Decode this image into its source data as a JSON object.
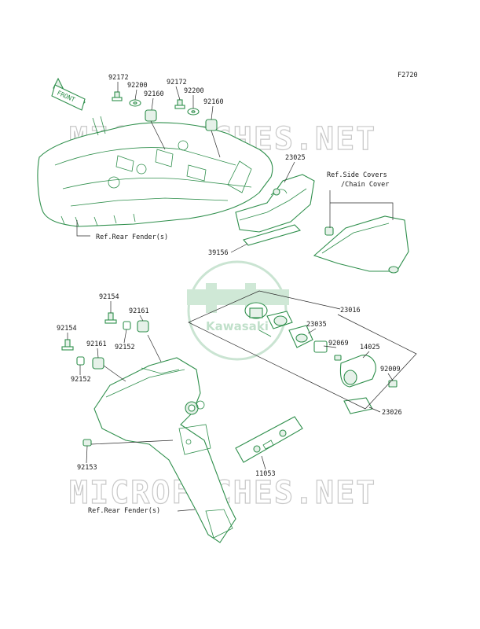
{
  "figure_code": "F2720",
  "front_label": "FRONT",
  "watermark_text": "MICROFICHES.NET",
  "logo": {
    "text": "Kawasaki"
  },
  "colors": {
    "line": "#2f8f4c",
    "label": "#1a1a1a",
    "watermark": "#c8c8c8"
  },
  "references": {
    "rear_fender_top": "Ref.Rear Fender(s)",
    "rear_fender_bottom": "Ref.Rear Fender(s)",
    "side_covers_line1": "Ref.Side Covers",
    "side_covers_line2": "/Chain Cover"
  },
  "part_labels": {
    "p92172_a": "92172",
    "p92200_a": "92200",
    "p92160_a": "92160",
    "p92172_b": "92172",
    "p92200_b": "92200",
    "p92160_b": "92160",
    "p23025": "23025",
    "p39156": "39156",
    "p92154_a": "92154",
    "p92161_a": "92161",
    "p92152_a": "92152",
    "p92154_b": "92154",
    "p92161_b": "92161",
    "p92152_b": "92152",
    "p92153": "92153",
    "p23016": "23016",
    "p23035": "23035",
    "p92069": "92069",
    "p14025": "14025",
    "p92009": "92009",
    "p23026": "23026",
    "p11053": "11053"
  }
}
